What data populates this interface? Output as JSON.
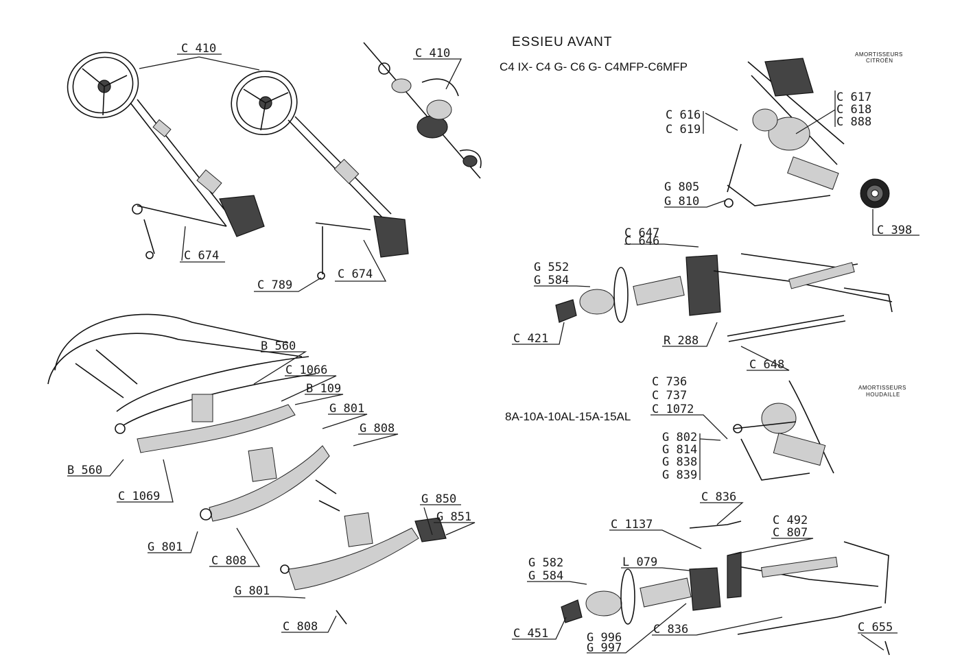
{
  "title": "ESSIEU AVANT",
  "models_top": "C4 IX- C4 G- C6 G- C4MFP-C6MFP",
  "models_mid": "8A-10A-10AL-15A-15AL",
  "shock_citroen": [
    "AMORTISSEURS",
    "CITROËN"
  ],
  "shock_houdaille": [
    "AMORTISSEURS",
    "HOUDAILLE"
  ],
  "labels": {
    "c410a": "C 410",
    "c410b": "C 410",
    "c674a": "C 674",
    "c674b": "C 674",
    "c789": "C 789",
    "c616": "C 616",
    "c619": "C 619",
    "c617": "C 617",
    "c618": "C 618",
    "c888": "C 888",
    "g805": "G 805",
    "g810": "G 810",
    "c398": "C 398",
    "c647": "C 647",
    "c646": "C 646",
    "g552": "G 552",
    "g584a": "G 584",
    "c421": "C 421",
    "r288": "R 288",
    "c648": "C 648",
    "b560a": "B 560",
    "c1066": "C 1066",
    "b109": "B 109",
    "g801a": "G 801",
    "g808": "G 808",
    "b560b": "B 560",
    "c1069": "C 1069",
    "g801b": "G 801",
    "c808a": "C 808",
    "g850": "G 850",
    "g851": "G 851",
    "g801c": "G 801",
    "c808b": "C 808",
    "c736": "C 736",
    "c737": "C 737",
    "c1072": "C 1072",
    "g802": "G 802",
    "g814": "G 814",
    "g838": "G 838",
    "g839": "G 839",
    "c836a": "C 836",
    "c1137": "C 1137",
    "c492": "C 492",
    "c807": "C 807",
    "g582": "G 582",
    "g584b": "G 584",
    "l079": "L 079",
    "c451": "C 451",
    "g996": "G 996",
    "g997": "G 997",
    "c836b": "C 836",
    "c655": "C 655"
  }
}
